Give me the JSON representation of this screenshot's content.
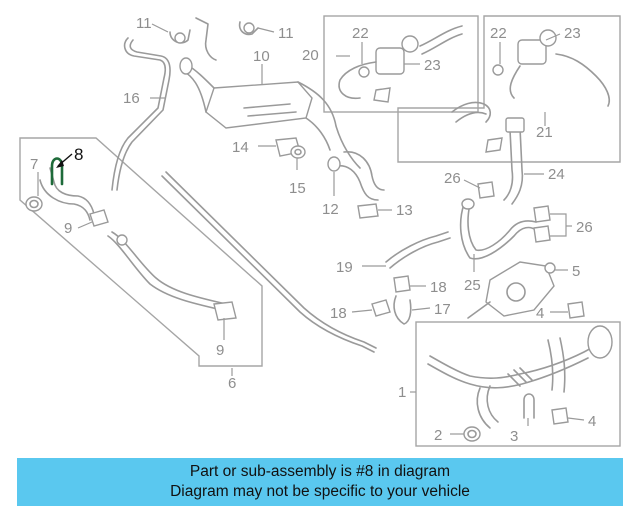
{
  "callouts": {
    "c1": "1",
    "c2": "2",
    "c3": "3",
    "c4a": "4",
    "c4b": "4",
    "c5": "5",
    "c6": "6",
    "c7": "7",
    "c8": "8",
    "c9a": "9",
    "c9b": "9",
    "c10": "10",
    "c11a": "11",
    "c11b": "11",
    "c12": "12",
    "c13": "13",
    "c14": "14",
    "c15": "15",
    "c16": "16",
    "c17": "17",
    "c18a": "18",
    "c18b": "18",
    "c19": "19",
    "c20": "20",
    "c21": "21",
    "c22a": "22",
    "c22b": "22",
    "c23a": "23",
    "c23b": "23",
    "c24": "24",
    "c25": "25",
    "c26a": "26",
    "c26b": "26"
  },
  "highlight": {
    "part": "8",
    "color": "#1e6b3a"
  },
  "banner": {
    "line1": "Part or sub-assembly is #8 in diagram",
    "line2": "Diagram may not be specific to your vehicle",
    "background": "#5ac8ef"
  }
}
